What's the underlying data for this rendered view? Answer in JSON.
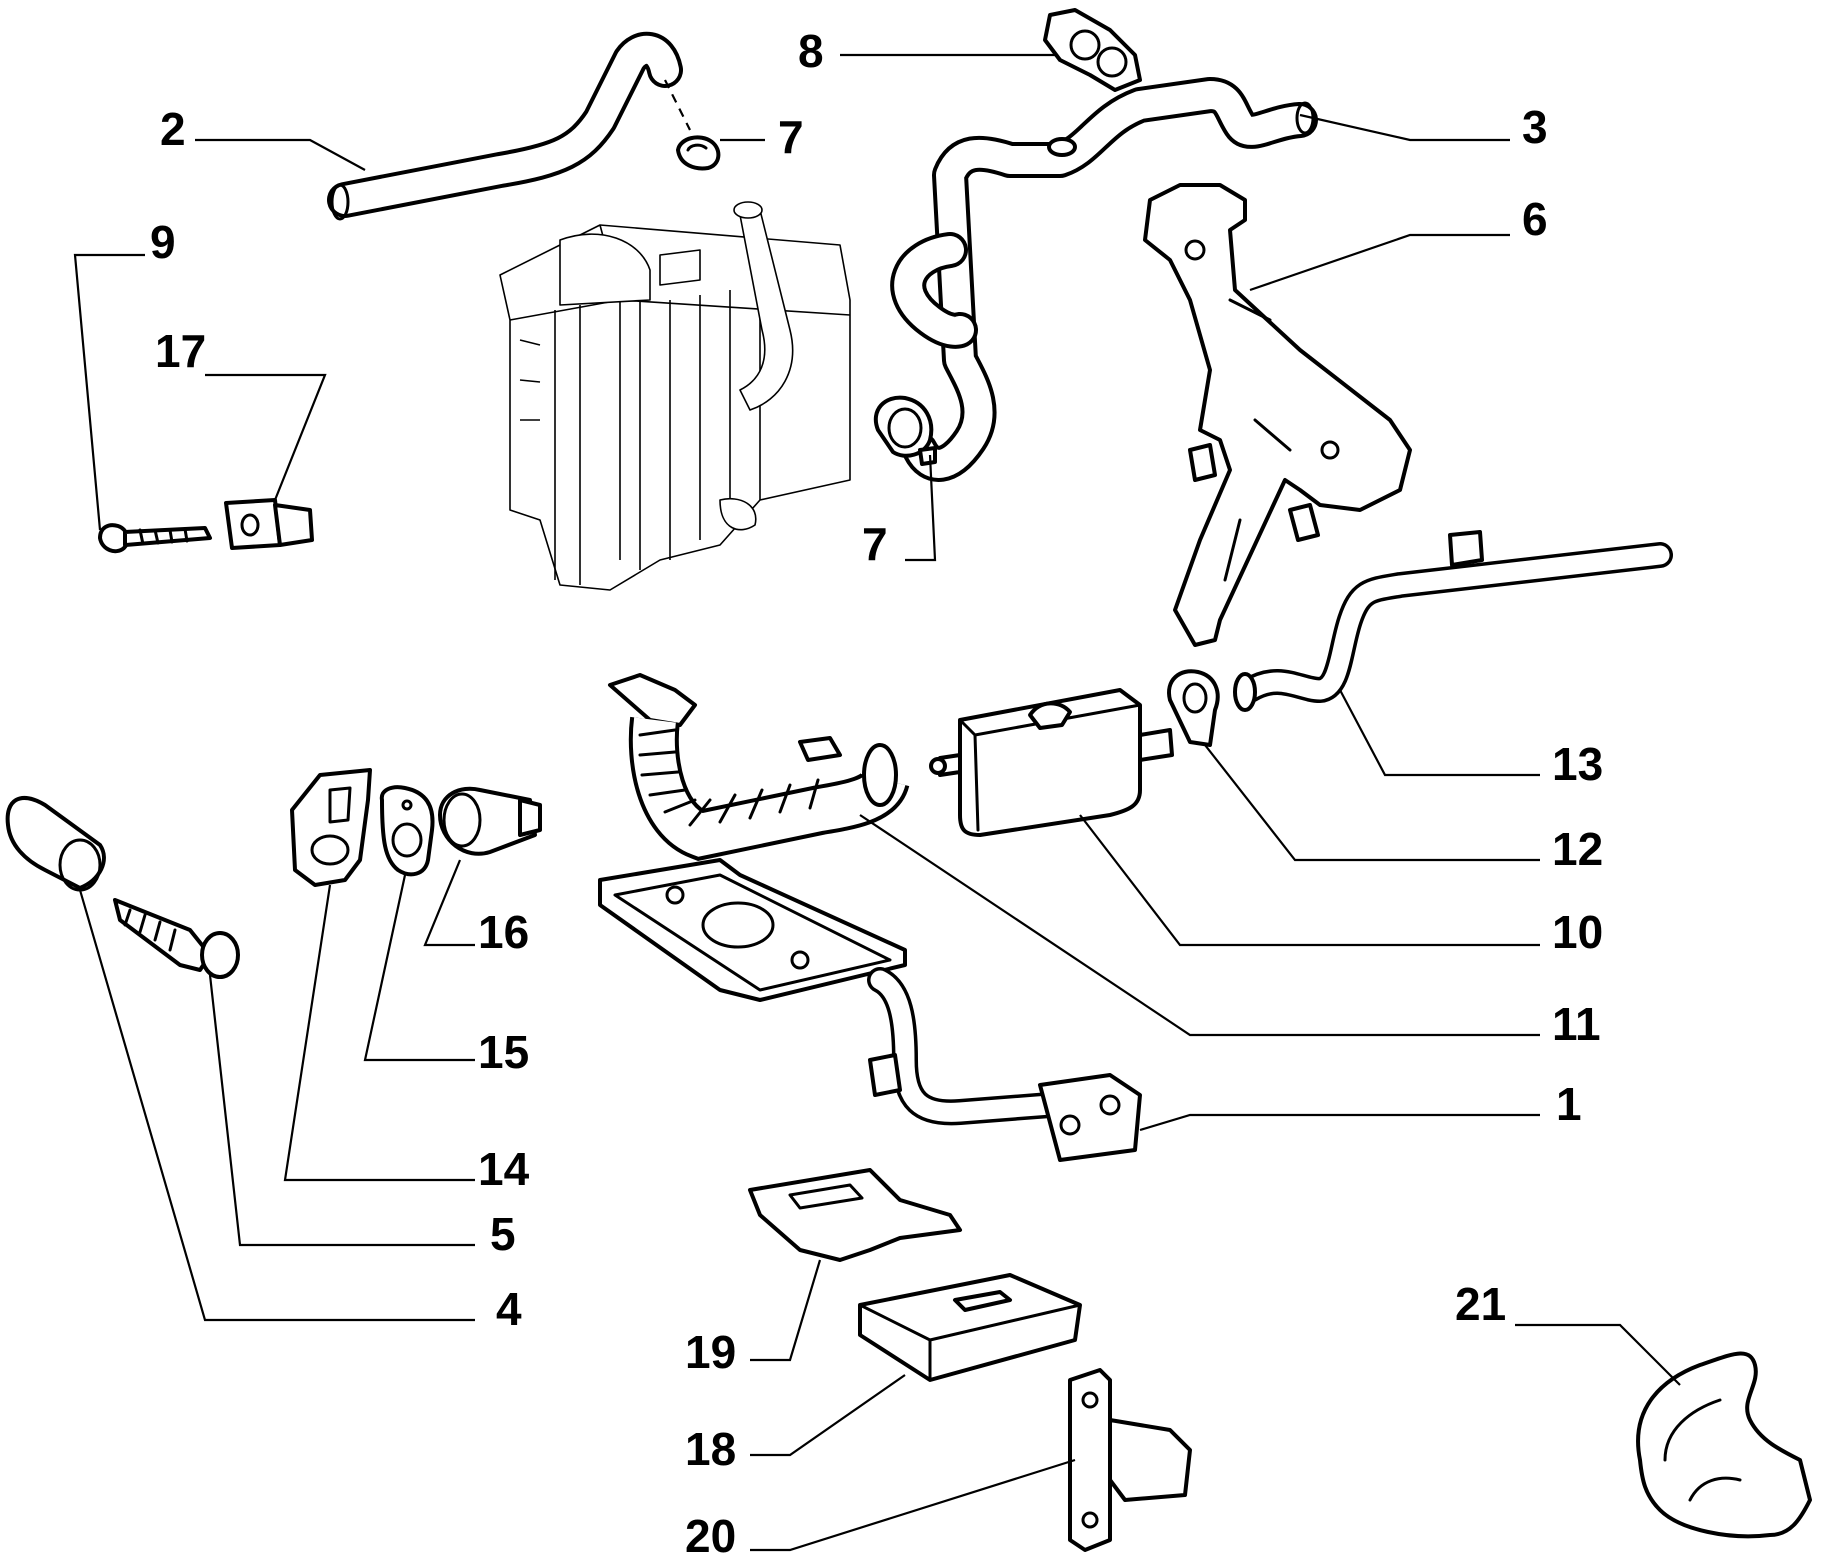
{
  "callouts": {
    "c1": "1",
    "c2": "2",
    "c3": "3",
    "c4": "4",
    "c5": "5",
    "c6": "6",
    "c7a": "7",
    "c7b": "7",
    "c8": "8",
    "c9": "9",
    "c10": "10",
    "c11": "11",
    "c12": "12",
    "c13": "13",
    "c14": "14",
    "c15": "15",
    "c16": "16",
    "c17": "17",
    "c18": "18",
    "c19": "19",
    "c20": "20",
    "c21": "21"
  },
  "colors": {
    "ink": "#000000",
    "paper": "#ffffff"
  }
}
